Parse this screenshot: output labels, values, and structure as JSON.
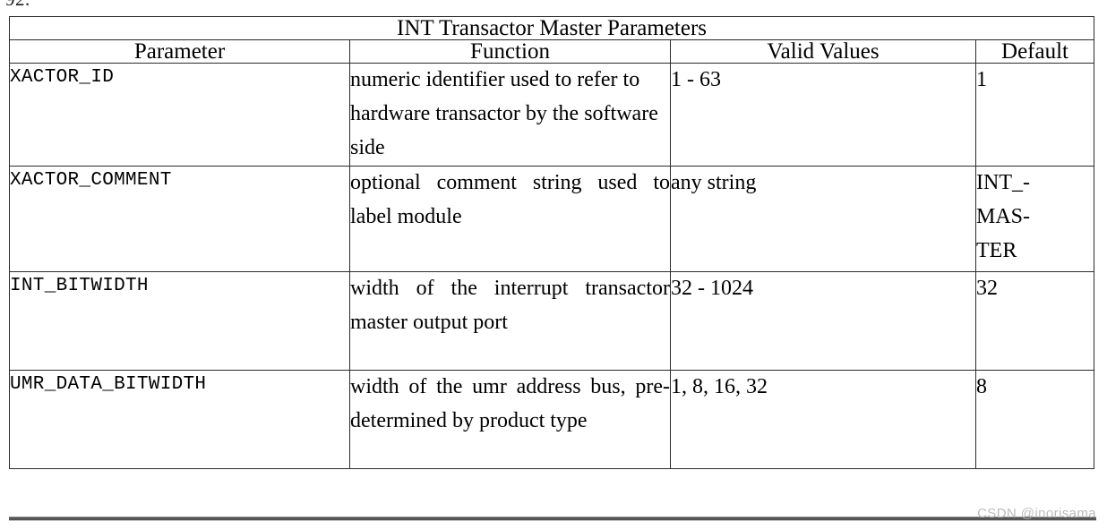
{
  "page": {
    "crumb": "92.",
    "watermark": "CSDN @inorisama"
  },
  "table": {
    "title": "INT Transactor Master Parameters",
    "columns": [
      "Parameter",
      "Function",
      "Valid Values",
      "Default"
    ],
    "rows": [
      {
        "parameter": "XACTOR_ID",
        "function": "numeric identifier used to refer to hardware transactor by the software side",
        "valid_values": "1 - 63",
        "default": "1",
        "default_lines": [
          "1"
        ]
      },
      {
        "parameter": "XACTOR_COMMENT",
        "function": "optional comment string used to label module",
        "valid_values": "any string",
        "default": "INT_MASTER",
        "default_lines": [
          "INT_-",
          "MAS-",
          "TER"
        ]
      },
      {
        "parameter": "INT_BITWIDTH",
        "function": "width of the interrupt transactor master output port",
        "valid_values": "32 - 1024",
        "default": "32",
        "default_lines": [
          "32"
        ]
      },
      {
        "parameter": "UMR_DATA_BITWIDTH",
        "function": "width of the umr address bus, pre-determined by product type",
        "valid_values": "1, 8, 16, 32",
        "default": "8",
        "default_lines": [
          "8"
        ]
      }
    ]
  }
}
